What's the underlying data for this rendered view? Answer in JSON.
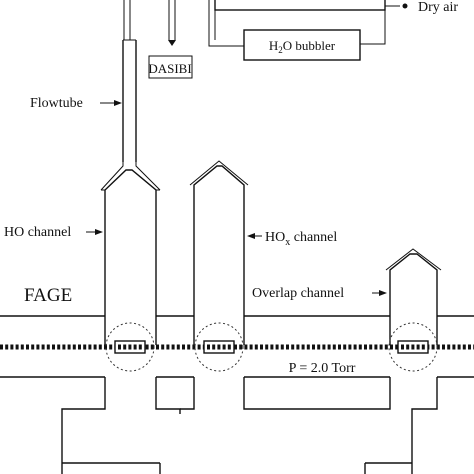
{
  "labels": {
    "dasibi": "DASIBI",
    "h2o_bubbler_pre": "H",
    "h2o_bubbler_sub": "2",
    "h2o_bubbler_post": "O bubbler",
    "dry_air": "Dry air",
    "flowtube": "Flowtube",
    "ho_channel": "HO channel",
    "hox_channel_pre": "HO",
    "hox_channel_sub": "x",
    "hox_channel_post": " channel",
    "fage": "FAGE",
    "overlap_channel": "Overlap channel",
    "pressure": "P = 2.0 Torr"
  },
  "colors": {
    "ink": "#111111",
    "background": "#ffffff"
  }
}
